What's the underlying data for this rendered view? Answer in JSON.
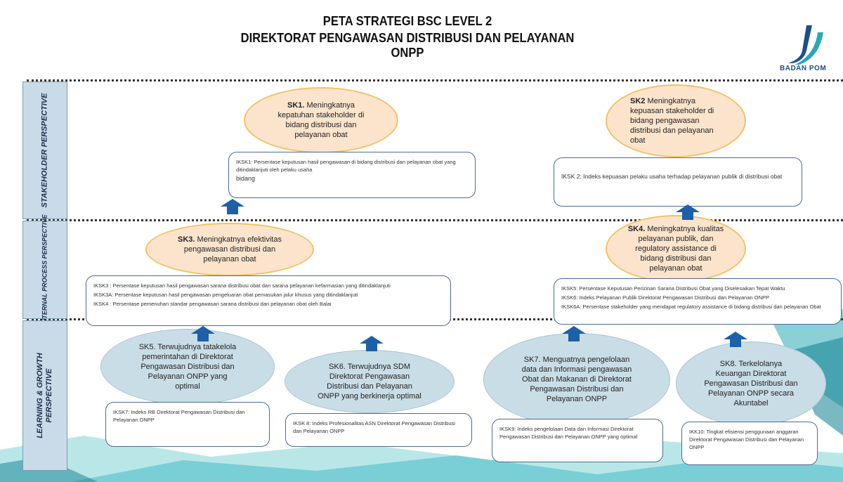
{
  "header": {
    "title_line1": "PETA STRATEGI BSC LEVEL 2",
    "title_line2": "DIREKTORAT PENGAWASAN DISTRIBUSI DAN PELAYANAN ONPP",
    "logo_text": "BADAN POM"
  },
  "perspectives": {
    "stakeholder": "STAKEHOLDER PERSPECTIVE",
    "internal": "INTERNAL PROCESS PERSPECTIVE",
    "learning_1": "LEARNING & GROWTH",
    "learning_2": "PERSPECTIVE"
  },
  "sk1": {
    "code": "SK1.",
    "text": "Meningkatnya kepatuhan stakeholder di bidang distribusi dan pelayanan obat"
  },
  "iksk1": {
    "line1": "IKSK1: Persentase keputusan hasil pengawasan di bidang distribusi dan pelayanan obat yang ditindaklanjuti oleh pelaku usaha",
    "line2": "bidang"
  },
  "sk2": {
    "code": "SK2",
    "text": "Meningkatnya kepuasan stakeholder di bidang pengawasan distribusi dan pelayanan obat"
  },
  "iksk2": {
    "line1": "IKSK 2: Indeks kepuasan pelaku usaha terhadap pelayanan publik di distribusi obat"
  },
  "sk3": {
    "code": "SK3.",
    "text": "Meningkatnya efektivitas pengawasan distribusi dan pelayanan obat"
  },
  "iksk3": {
    "line1": "IKSK3 : Persentase keputusan hasil pengawasan sarana distribusi obat dan sarana pelayanan kefarmasian yang ditindaklanjuti",
    "line2": "IKSK3A: Persentase keputusan hasil pengawasan pengeluaran obat pemasukan jalur khusus yang ditindaklanjuti",
    "line3": "IKSK4 : Persentase pemenuhan standar pengawasan sarana distribusi dan pelayanan obat oleh Balai"
  },
  "sk4": {
    "code": "SK4.",
    "text": "Meningkatnya kualitas pelayanan publik, dan regulatory assistance di bidang distribusi dan pelayanan obat"
  },
  "iksk4": {
    "line1": "IKSK5: Persentase Keputusan Perizinan Sarana Distribusi Obat yang Diselesaikan Tepat Waktu",
    "line2": "IKSK6: Indeks Pelayanan Publik Direktorat Pengawasan Distribusi dan Pelayanan ONPP",
    "line3": "IKSK6A: Persentase stakeholder yang mendapat regulatory assistance di bidang distribusi dan pelayanan Obat"
  },
  "sk5": {
    "text": "SK5. Terwujudnya tatakelola pemerintahan di Direktorat Pengawasan Distribusi dan Pelayanan ONPP yang optimal"
  },
  "iksk5": {
    "line1": "IKSK7: Indeks RB Direktorat Pengawasan Distribusi dan Pelayanan ONPP"
  },
  "sk6": {
    "text": "SK6. Terwujudnya SDM Direktorat Pengawasan Distribusi dan Pelayanan ONPP yang berkinerja optimal"
  },
  "iksk6": {
    "line1": "IKSK 8: Indeks Profesionalitas ASN Direktorat Pengawasan Distribusi dan Pelayanan ONPP"
  },
  "sk7": {
    "text": "SK7. Menguatnya pengelolaan data dan Informasi pengawasan Obat dan Makanan di Direktorat Pengawasan Distribusi dan Pelayanan ONPP"
  },
  "iksk7": {
    "line1": "IKSK9: Indeks pengelolaan Data dan Informasi Direktorat Pengawasan Distribusi dan Pelayanan ONPP yang optimal"
  },
  "sk8": {
    "text": "SK8. Terkelolanya Keuangan Direktorat Pengawasan Distribusi dan Pelayanan ONPP secara Akuntabel"
  },
  "iksk8": {
    "line1": "IKK10: Tingkat efisiensi penggunaan anggaran Direktorat Pengawasan Distribusi dan Pelayanan ONPP"
  },
  "colors": {
    "orange_oval": "#fce4cc",
    "orange_border": "#f2c268",
    "blue_oval": "#c9dde6",
    "arrow": "#1d5fa8",
    "band": "#c9dbe8"
  }
}
